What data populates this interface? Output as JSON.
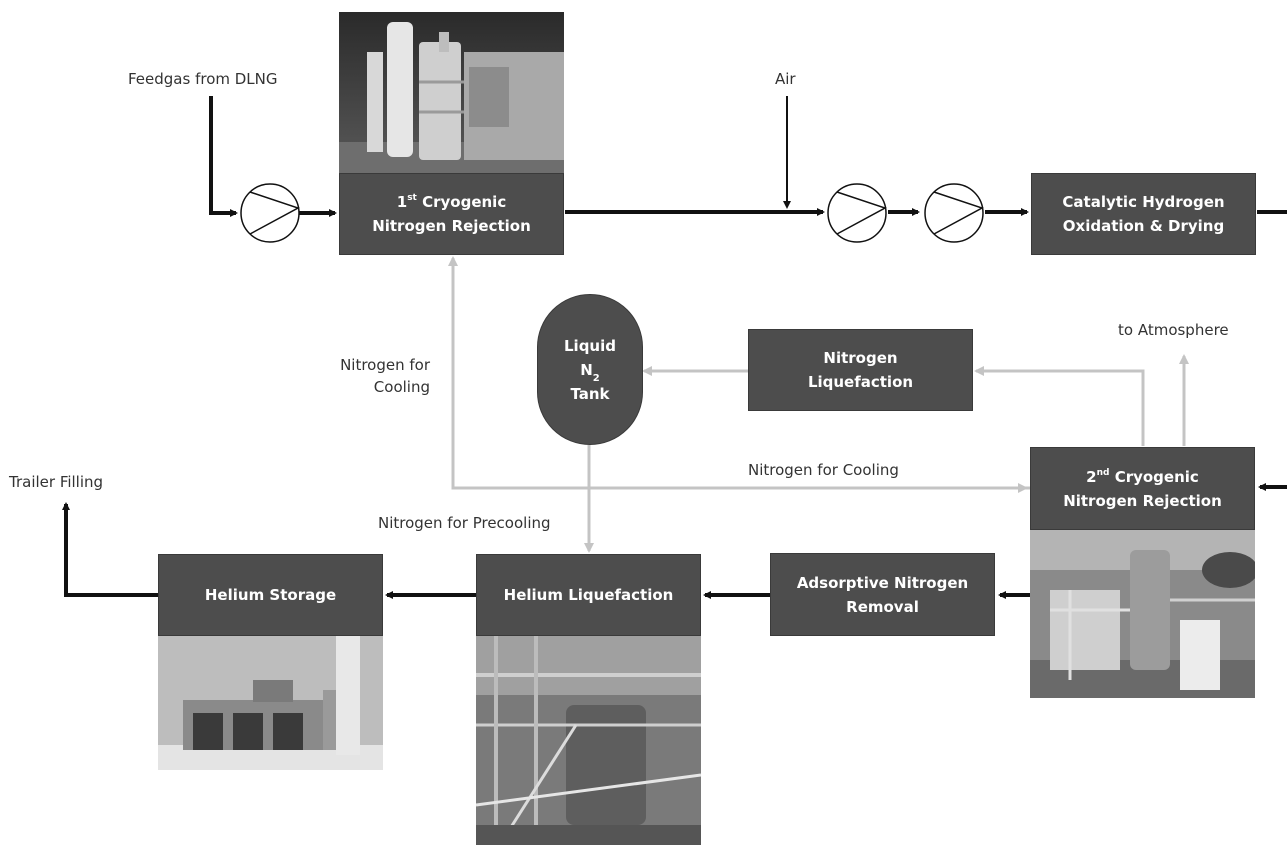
{
  "process": {
    "nrj1": {
      "prefix": "1",
      "sup": "st",
      "line1_rest": " Cryogenic",
      "line2": "Nitrogen Rejection"
    },
    "cat": {
      "line1": "Catalytic Hydrogen",
      "line2": "Oxidation & Drying"
    },
    "n2liq": {
      "line1": "Nitrogen",
      "line2": "Liquefaction"
    },
    "tank": {
      "line1": "Liquid",
      "n": "N",
      "sub": "2",
      "line3": "Tank"
    },
    "nrj2": {
      "prefix": "2",
      "sup": "nd",
      "line1_rest": " Cryogenic",
      "line2": "Nitrogen Rejection"
    },
    "ads": {
      "line1": "Adsorptive Nitrogen",
      "line2": "Removal"
    },
    "heliq": {
      "label": "Helium Liquefaction"
    },
    "hestore": {
      "label": "Helium Storage"
    }
  },
  "streams": {
    "feedgas": "Feedgas from DLNG",
    "air": "Air",
    "to_atmosphere": "to Atmosphere",
    "n2_cooling_left": {
      "line1": "Nitrogen for",
      "line2": "Cooling"
    },
    "n2_cooling_mid": "Nitrogen for Cooling",
    "n2_precooling": "Nitrogen for Precooling",
    "trailer": "Trailer Filling"
  },
  "colors": {
    "box_fill": "#4d4d4d",
    "main_flow": "#111111",
    "nitrogen_flow": "#c4c4c4"
  },
  "photos": [
    "nrj1-plant-photo",
    "nrj2-plant-photo",
    "helium-liquefaction-photo",
    "helium-storage-photo"
  ]
}
